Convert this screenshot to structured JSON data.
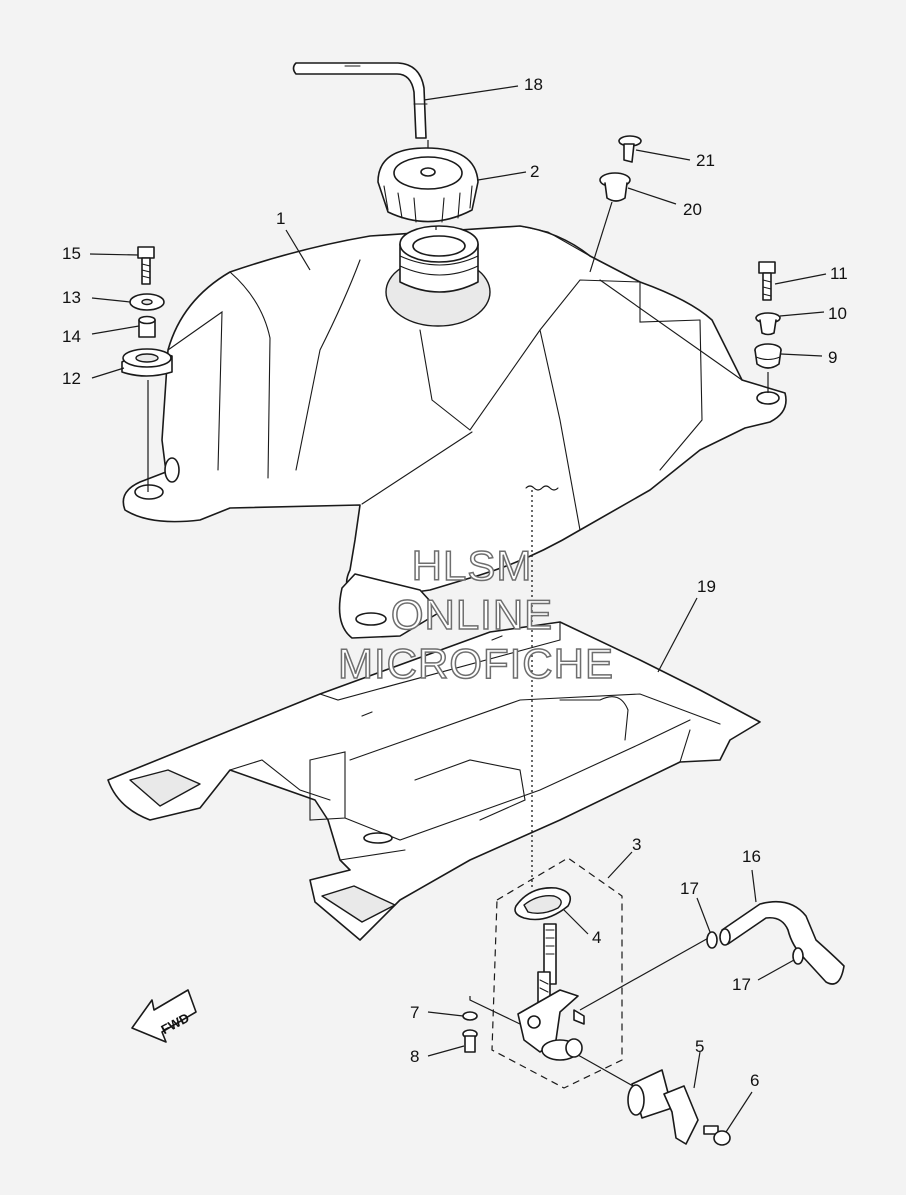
{
  "callouts": {
    "c1": "1",
    "c2": "2",
    "c3": "3",
    "c4": "4",
    "c5": "5",
    "c6": "6",
    "c7": "7",
    "c8": "8",
    "c9": "9",
    "c10": "10",
    "c11": "11",
    "c12": "12",
    "c13": "13",
    "c14": "14",
    "c15": "15",
    "c16": "16",
    "c17a": "17",
    "c17b": "17",
    "c18": "18",
    "c19": "19",
    "c20": "20",
    "c21": "21"
  },
  "watermark": {
    "line1": "HLSM",
    "line2": "ONLINE",
    "line3": "MICROFICHE"
  },
  "direction_badge": {
    "label": "FWD"
  },
  "colors": {
    "background": "#f3f3f3",
    "ink": "#1a1a1a",
    "watermark_outline": "#6e6e6e"
  }
}
